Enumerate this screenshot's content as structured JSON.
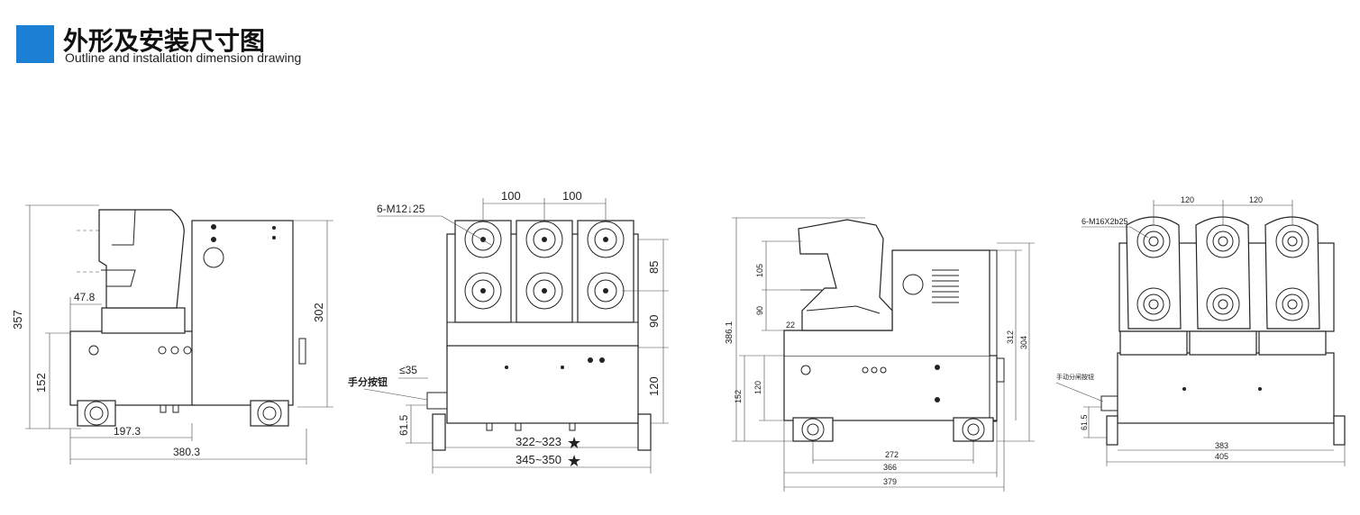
{
  "header": {
    "title_cn": "外形及安装尺寸图",
    "title_en": "Outline and installation dimension drawing",
    "accent_color": "#1b7fd4"
  },
  "view1": {
    "dim_357": "357",
    "dim_302": "302",
    "dim_152": "152",
    "dim_47_8": "47.8",
    "dim_197_3": "197.3",
    "dim_380_3": "380.3"
  },
  "view2": {
    "dim_100a": "100",
    "dim_100b": "100",
    "bolt_label": "6-M12↓25",
    "dim_85": "85",
    "dim_90": "90",
    "dim_120": "120",
    "dim_35": "≤35",
    "manual_label": "手分按钮",
    "dim_61_5": "61.5",
    "dim_322": "322~323",
    "dim_345": "345~350",
    "star": "★"
  },
  "view3": {
    "dim_386_1": "386.1",
    "dim_105": "105",
    "dim_90": "90",
    "dim_22": "22",
    "dim_152": "152",
    "dim_120": "120",
    "dim_312": "312",
    "dim_304": "304",
    "dim_272": "272",
    "dim_366": "366",
    "dim_379": "379"
  },
  "view4": {
    "dim_120a": "120",
    "dim_120b": "120",
    "bolt_label": "6-M16X2b25",
    "manual_label": "手动分闸按钮",
    "dim_61_5": "61.5",
    "dim_383": "383",
    "dim_405": "405"
  }
}
